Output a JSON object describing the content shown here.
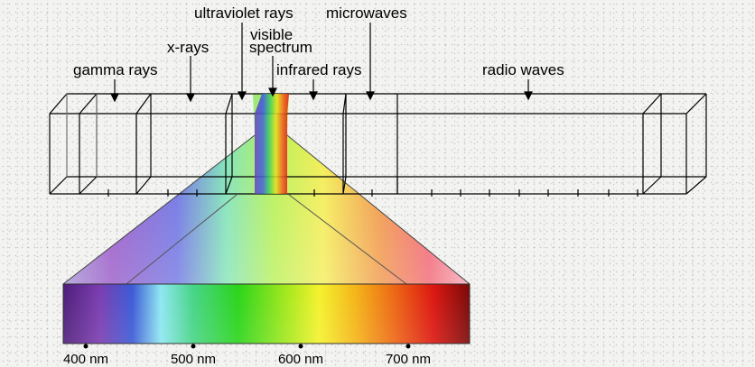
{
  "band_labels": {
    "gamma": "gamma rays",
    "xray": "x-rays",
    "uv": "ultraviolet rays",
    "visible_1": "visible",
    "visible_2": "spectrum",
    "infrared": "infrared rays",
    "microwave": "microwaves",
    "radio": "radio waves"
  },
  "wavelength_ticks": [
    {
      "value": 400,
      "label": "400 nm"
    },
    {
      "value": 500,
      "label": "500 nm"
    },
    {
      "value": 600,
      "label": "600 nm"
    },
    {
      "value": 700,
      "label": "700 nm"
    }
  ],
  "colors": {
    "outline": "#000000",
    "spectrum_stops": [
      "#5a1f86",
      "#7a3fb0",
      "#3a5cd8",
      "#8fe8f0",
      "#48d890",
      "#28d818",
      "#9be81a",
      "#f2f22a",
      "#f4b818",
      "#ee6a12",
      "#e01a10",
      "#8a0a0a"
    ]
  }
}
